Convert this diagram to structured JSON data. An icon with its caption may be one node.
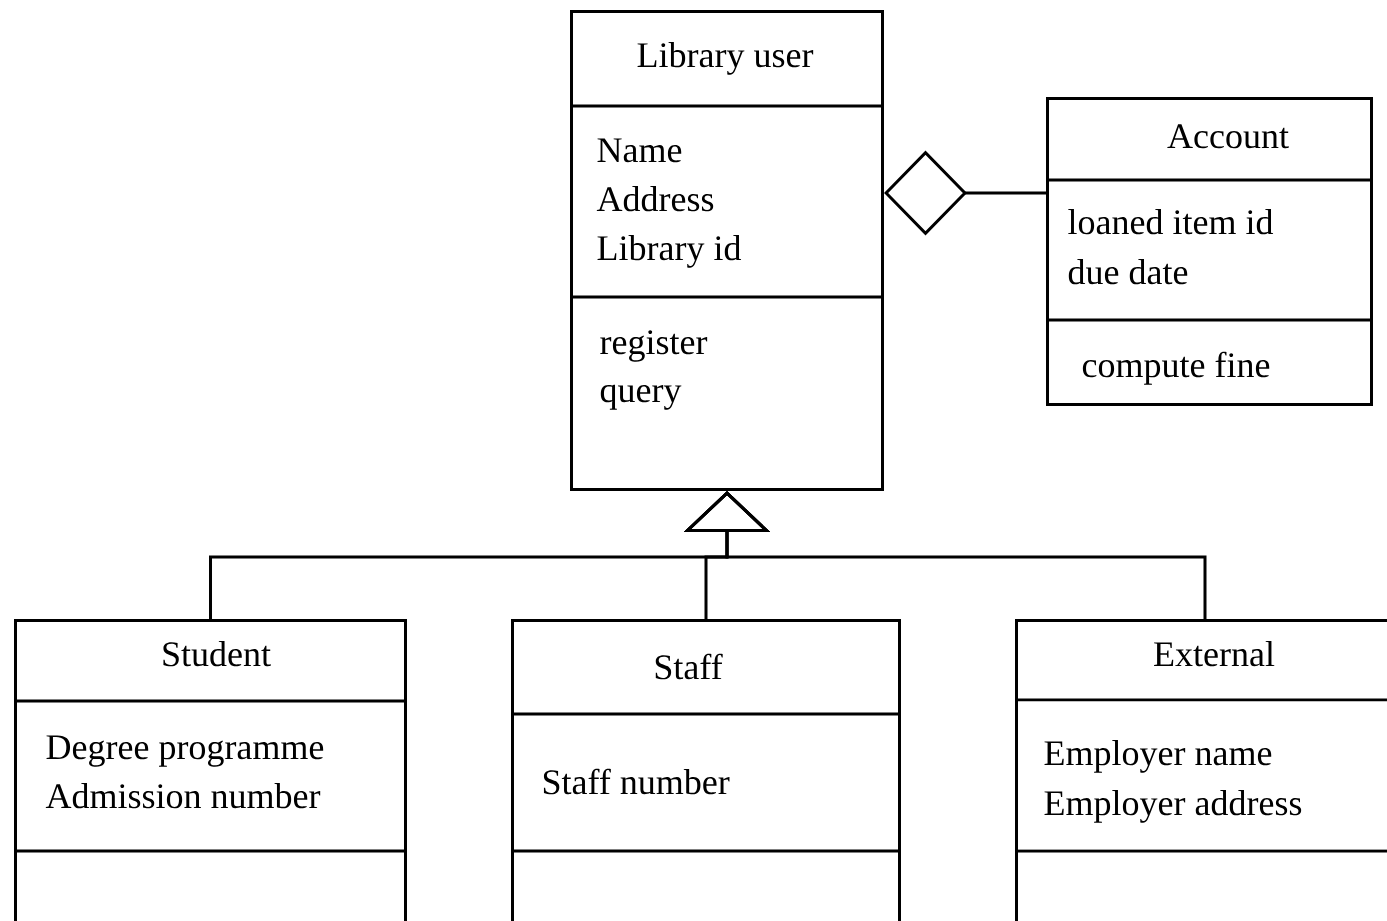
{
  "diagram": {
    "nodes": [
      {
        "text": [
          "Library user",
          "Name",
          "Address",
          "Library id",
          "register",
          "query"
        ]
      },
      {
        "text": [
          "Account",
          "loaned item id",
          "due date",
          "compute fine"
        ]
      },
      {
        "text": [
          "Student",
          "Degree programme",
          "Admission number"
        ]
      },
      {
        "text": [
          "Staff",
          "Staff number"
        ]
      },
      {
        "text": [
          "External",
          "Employer name",
          "Employer address"
        ]
      }
    ],
    "edges": [
      {
        "from": 0,
        "to": 1,
        "arrow": "other"
      },
      {
        "from": 2,
        "to": 0,
        "arrow": "to"
      },
      {
        "from": 3,
        "to": 0,
        "arrow": "to"
      },
      {
        "from": 4,
        "to": 0,
        "arrow": "to"
      }
    ]
  }
}
